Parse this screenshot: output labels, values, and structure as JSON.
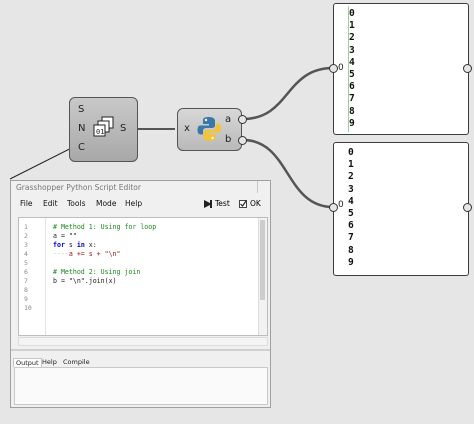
{
  "canvas": {
    "number_generator": {
      "inputs": [
        "S",
        "N",
        "C"
      ],
      "output": "S"
    },
    "python_component": {
      "input": "x",
      "outputs": [
        "a",
        "b"
      ]
    }
  },
  "panel_a": {
    "input_label": "0",
    "items": [
      "0",
      "1",
      "2",
      "3",
      "4",
      "5",
      "6",
      "7",
      "8",
      "9"
    ]
  },
  "panel_b": {
    "input_label": "0",
    "items": [
      "0",
      "1",
      "2",
      "3",
      "4",
      "5",
      "6",
      "7",
      "8",
      "9"
    ]
  },
  "editor": {
    "title": "Grasshopper Python Script Editor",
    "menu": [
      "File",
      "Edit",
      "Tools",
      "Mode",
      "Help"
    ],
    "test_label": "Test",
    "ok_label": "OK",
    "line_numbers": [
      "1",
      "2",
      "3",
      "4",
      "5",
      "6",
      "7",
      "8",
      "9",
      "10"
    ],
    "code": {
      "l1": "# Method 1: Using for loop",
      "l2": "a = \"\"",
      "l3_kw1": "for",
      "l3_mid": " s ",
      "l3_kw2": "in",
      "l3_end": " x:",
      "l4_indent": "····",
      "l4_code": "a += s + \"\\n\"",
      "l6": "# Method 2: Using join",
      "l7": "b = \"\\n\".join(x)"
    },
    "tabs": [
      "Output",
      "Help",
      "Compile"
    ],
    "active_tab": "Output"
  },
  "colors": {
    "canvas_bg": "#e6e6e6",
    "comment": "#1a8a1a",
    "keyword": "#0000cc",
    "string": "#a31515",
    "panel_guide": "#9ad19a"
  }
}
